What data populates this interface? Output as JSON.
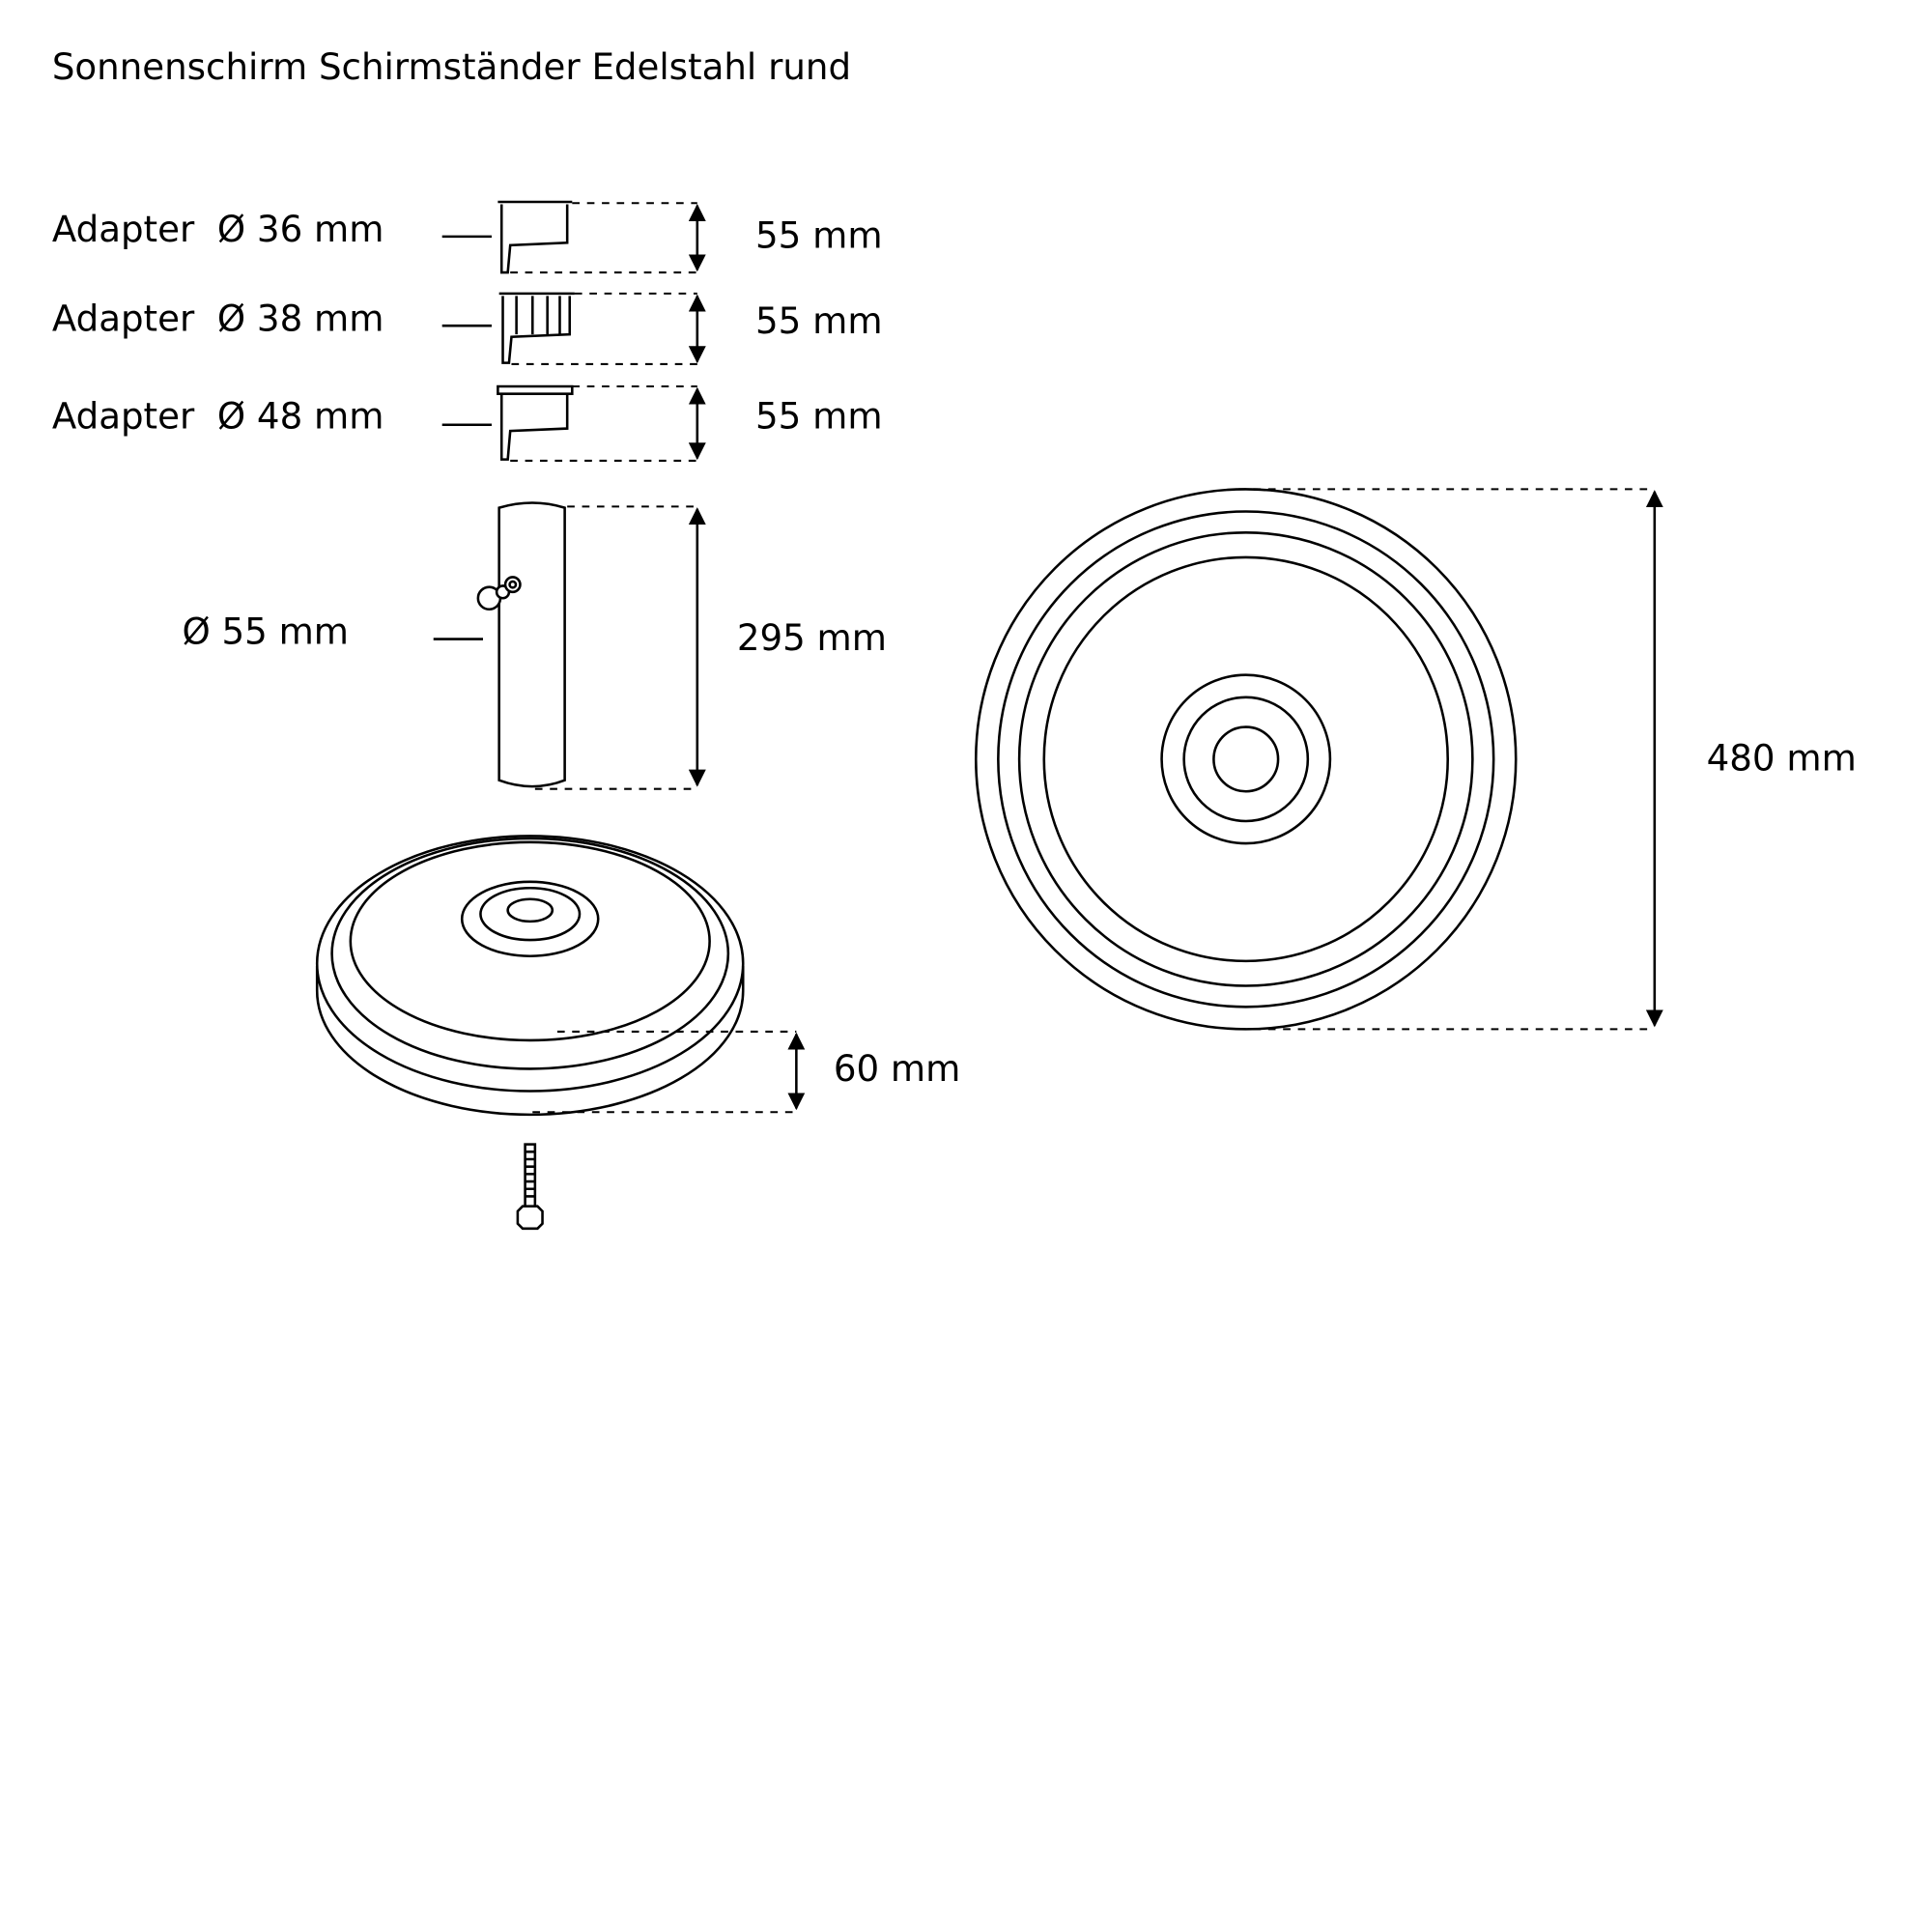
{
  "title": "Sonnenschirm Schirmständer Edelstahl rund",
  "adapters": [
    {
      "label": "Adapter  Ø 36 mm",
      "height": "55 mm"
    },
    {
      "label": "Adapter  Ø 38 mm",
      "height": "55 mm"
    },
    {
      "label": "Adapter  Ø 48 mm",
      "height": "55 mm"
    }
  ],
  "tube": {
    "diameter": "Ø 55 mm",
    "height": "295 mm"
  },
  "base": {
    "height": "60 mm",
    "diameter": "480 mm"
  },
  "colors": {
    "line": "#000000",
    "background": "#ffffff"
  }
}
